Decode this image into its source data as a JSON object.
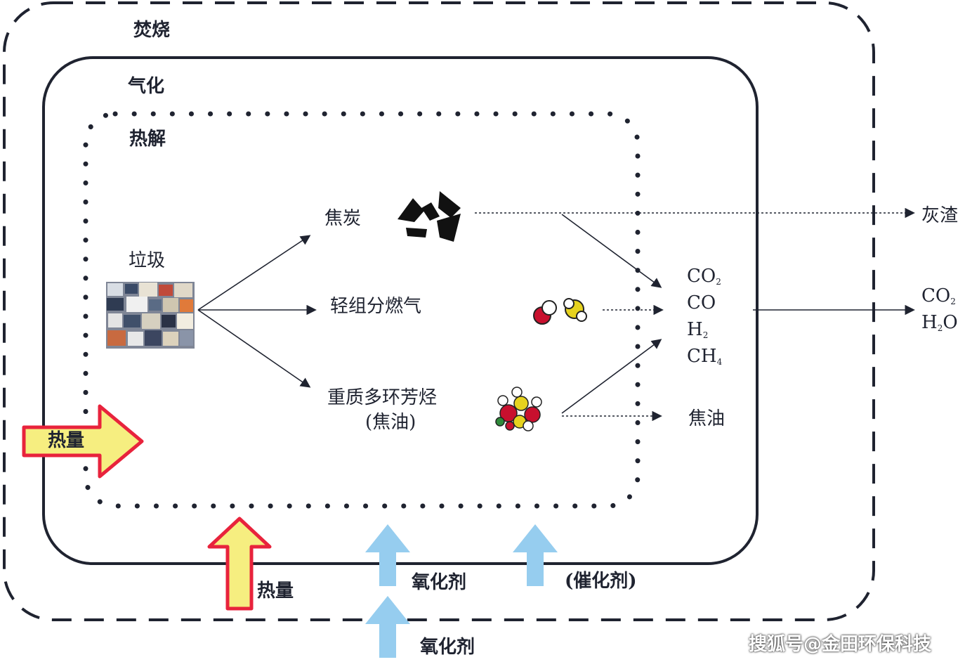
{
  "zones": {
    "incineration": "焚烧",
    "gasification": "气化",
    "pyrolysis": "热解"
  },
  "nodes": {
    "waste": "垃圾",
    "char": "焦炭",
    "light_gas": "轻组分燃气",
    "heavy_pah": "重质多环芳烃",
    "heavy_pah_paren": "(焦油)",
    "tar": "焦油",
    "ash": "灰渣"
  },
  "gas_products": [
    "CO",
    "CO",
    "H",
    "CH"
  ],
  "gas_products_sub": [
    "2",
    "",
    "2",
    "4"
  ],
  "flue_products": [
    "CO",
    "H",
    "O"
  ],
  "flue_products_sub": [
    "2",
    "2",
    ""
  ],
  "inputs": {
    "heat_left": "热量",
    "heat_bottom": "热量",
    "oxidant_inner": "氧化剂",
    "catalyst": "(催化剂)",
    "oxidant_outer": "氧化剂"
  },
  "watermark": "搜狐号@金田环保科技",
  "colors": {
    "heat_fill": "#f6ee80",
    "heat_stroke": "#e8233c",
    "oxidant_fill": "#96cdef",
    "line": "#1f2330"
  }
}
